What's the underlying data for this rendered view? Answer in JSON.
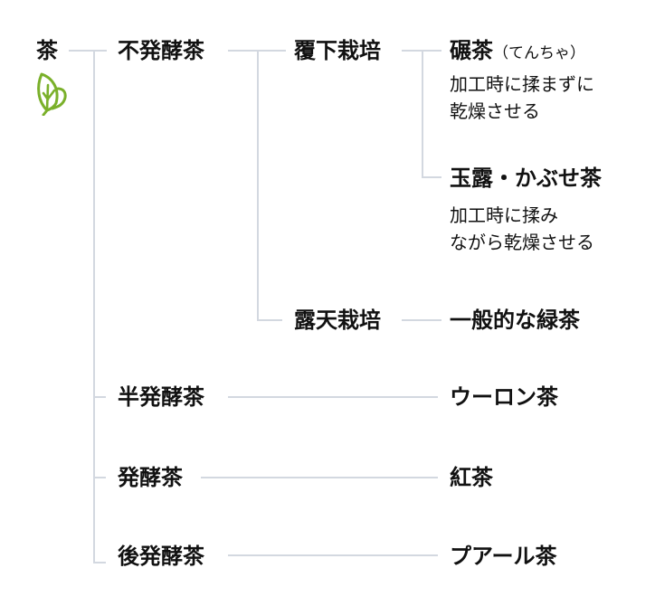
{
  "root": {
    "label": "茶",
    "icon": "leaf-icon",
    "icon_color": "#7ab02a"
  },
  "level1": [
    {
      "label": "不発酵茶"
    },
    {
      "label": "半発酵茶"
    },
    {
      "label": "発酵茶"
    },
    {
      "label": "後発酵茶"
    }
  ],
  "level2": [
    {
      "label": "覆下栽培"
    },
    {
      "label": "露天栽培"
    }
  ],
  "leaves": [
    {
      "label": "碾茶",
      "reading": "（てんちゃ）",
      "desc_line1": "加工時に揉まずに",
      "desc_line2": "乾燥させる"
    },
    {
      "label": "玉露・かぶせ茶",
      "desc_line1": "加工時に揉み",
      "desc_line2": "ながら乾燥させる"
    },
    {
      "label": "一般的な緑茶"
    },
    {
      "label": "ウーロン茶"
    },
    {
      "label": "紅茶"
    },
    {
      "label": "プアール茶"
    }
  ],
  "colors": {
    "connector": "#d3d8e0",
    "text": "#111111",
    "accent": "#7ab02a"
  }
}
